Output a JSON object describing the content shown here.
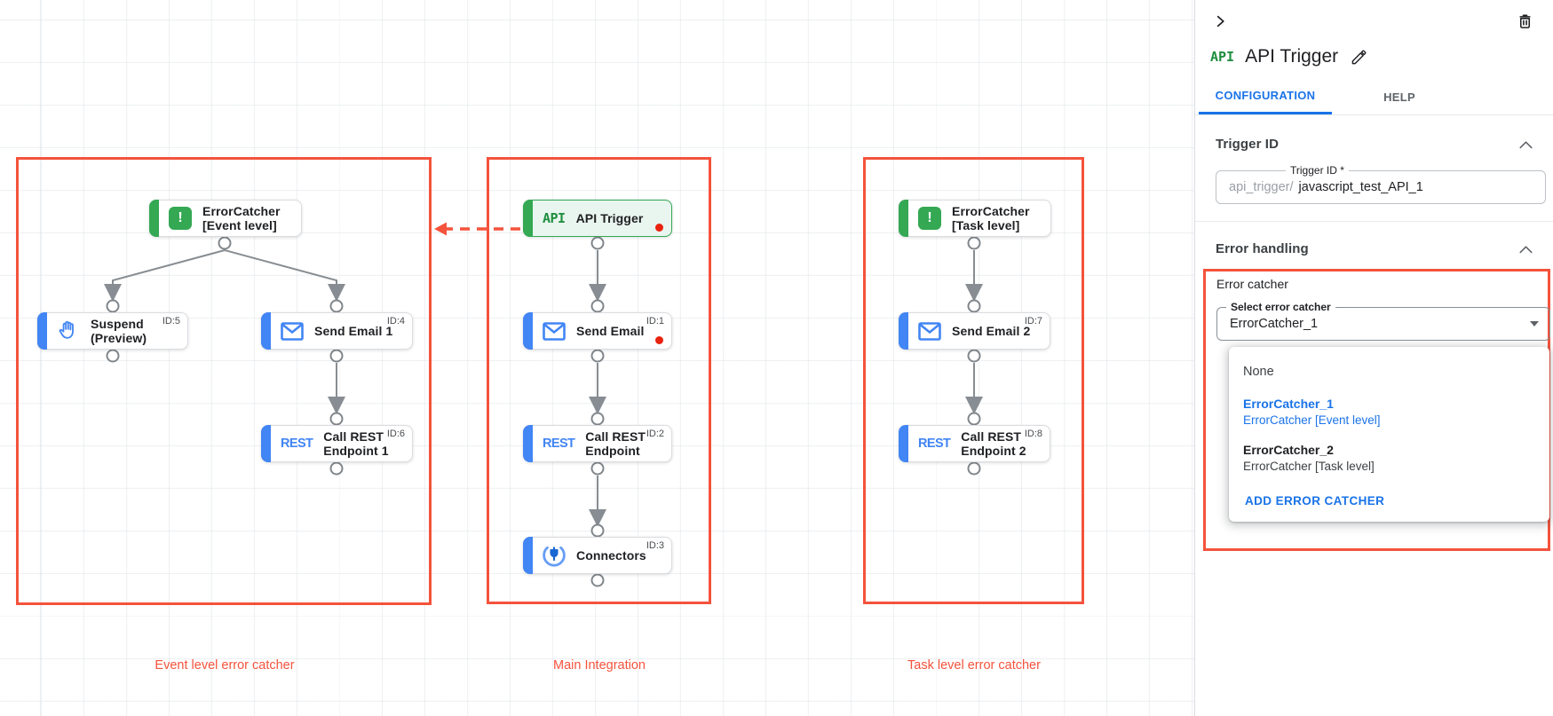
{
  "canvas": {
    "groups": [
      {
        "label": "Event level error catcher"
      },
      {
        "label": "Main Integration"
      },
      {
        "label": "Task level error catcher"
      }
    ],
    "nodes": {
      "error_catcher_event": {
        "label": "ErrorCatcher\n[Event level]"
      },
      "suspend": {
        "label": "Suspend\n(Preview)",
        "id": "ID:5"
      },
      "send_email_1": {
        "label": "Send Email 1",
        "id": "ID:4"
      },
      "call_rest_1": {
        "label": "Call REST\nEndpoint 1",
        "id": "ID:6"
      },
      "api_trigger": {
        "label": "API Trigger"
      },
      "send_email": {
        "label": "Send Email",
        "id": "ID:1"
      },
      "call_rest": {
        "label": "Call REST\nEndpoint",
        "id": "ID:2"
      },
      "connectors": {
        "label": "Connectors",
        "id": "ID:3"
      },
      "error_catcher_task": {
        "label": "ErrorCatcher\n[Task level]"
      },
      "send_email_2": {
        "label": "Send Email 2",
        "id": "ID:7"
      },
      "call_rest_2": {
        "label": "Call REST\nEndpoint 2",
        "id": "ID:8"
      }
    },
    "icons": {
      "api_text": "API",
      "rest_text": "REST",
      "error_glyph": "!"
    }
  },
  "panel": {
    "badge": "API",
    "title": "API Trigger",
    "tabs": {
      "configuration": "CONFIGURATION",
      "help": "HELP"
    },
    "trigger_id": {
      "heading": "Trigger ID",
      "field_label": "Trigger ID *",
      "field_prefix": "api_trigger/",
      "field_value": "javascript_test_API_1"
    },
    "error_handling": {
      "heading": "Error handling",
      "group_label": "Error catcher",
      "select_label": "Select error catcher",
      "select_value": "ErrorCatcher_1",
      "menu": {
        "none_label": "None",
        "options": [
          {
            "name": "ErrorCatcher_1",
            "desc": "ErrorCatcher [Event level]",
            "selected": true
          },
          {
            "name": "ErrorCatcher_2",
            "desc": "ErrorCatcher [Task level]",
            "selected": false
          }
        ],
        "add_button": "ADD ERROR CATCHER"
      }
    }
  },
  "colors": {
    "annotation_red": "#f4533c",
    "error_dot_red": "#e8220f",
    "accent_blue": "#4285f4",
    "accent_green": "#34a853",
    "link_blue": "#1a73e8",
    "edge_gray": "#878d92"
  }
}
